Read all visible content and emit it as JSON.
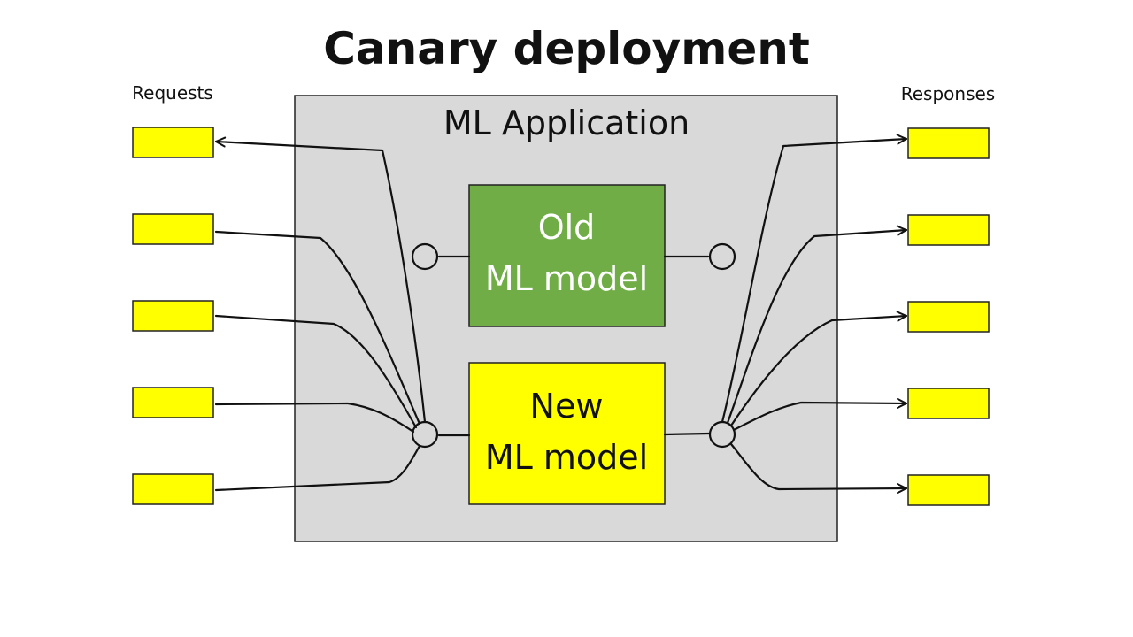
{
  "title": "Canary deployment",
  "requests_label": "Requests",
  "responses_label": "Responses",
  "app_label": "ML Application",
  "old_model": {
    "line1": "Old",
    "line2": "ML model"
  },
  "new_model": {
    "line1": "New",
    "line2": "ML model"
  },
  "colors": {
    "app_background": "#d9d9d9",
    "old_model": "#70ad47",
    "new_model": "#ffff00",
    "request_box": "#ffff00",
    "response_box": "#ffff00",
    "stroke": "#111111"
  },
  "request_count": 5,
  "response_count": 5
}
